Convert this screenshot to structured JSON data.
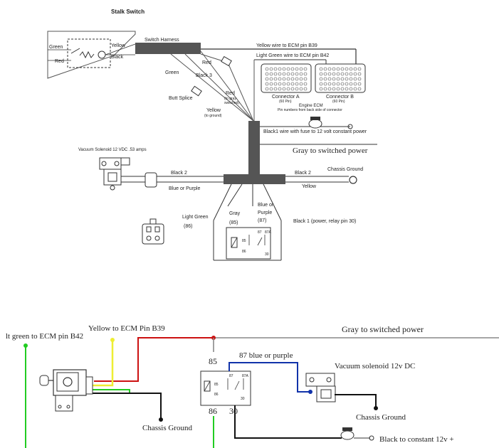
{
  "upper": {
    "title": "Stalk Switch",
    "switch_harness": "Switch Harness",
    "stalk_yellow": "Yellow",
    "stalk_green": "Green",
    "stalk_red": "Red",
    "stalk_black": "Black",
    "yellow_ecm": "Yellow wire to ECM pin B39",
    "lightgreen_ecm": "Light Green wire to ECM pin B42",
    "red": "Red",
    "green": "Green",
    "black3": "Black 3",
    "butt_splice": "Butt Splice",
    "red_gray": "Red",
    "red_gray_note1": "(to gray",
    "red_gray_note2": "switched)",
    "yellow_ground": "Yellow",
    "yellow_ground_note": "(to ground)",
    "connector_a": "Connector A",
    "connector_a_pins": "(60 Pin)",
    "connector_b": "Connector B",
    "connector_b_pins": "(60 Pin)",
    "engine_ecm": "Engine ECM",
    "pin_note": "Pin numbers from back side of connector",
    "black1_fuse": "Black1 wire with fuse to 12 volt constant power",
    "gray_power": "Gray to switched power",
    "vacuum_solenoid": "Vacuum Solenoid 12 VDC .53 amps",
    "black2_left": "Black 2",
    "blue_purple": "Blue or Purple",
    "black2_right": "Black 2",
    "chassis_ground": "Chassis Ground",
    "yellow": "Yellow",
    "light_green": "Light Green",
    "light_green_pin": "(86)",
    "gray": "Gray",
    "gray_pin": "(85)",
    "blue_or": "Blue or",
    "purple": "Purple",
    "purple_pin": "(87)",
    "black1_power": "Black 1 (power, relay pin 30)",
    "relay_85": "85",
    "relay_86": "86",
    "relay_87": "87",
    "relay_87a": "87A",
    "relay_30": "30"
  },
  "lower": {
    "lt_green": "lt green to ECM pin B42",
    "yellow_ecm": "Yellow to ECM Pin B39",
    "gray_power": "Gray to switched power",
    "blue_purple": "87 blue or purple",
    "vacuum_solenoid": "Vacuum solenoid  12v DC",
    "chassis_ground_right": "Chassis Ground",
    "chassis_ground_left": "Chassis Ground",
    "black_constant": "Black to constant 12v +",
    "relay_85": "85",
    "relay_86": "86",
    "relay_30": "30",
    "relay_mini_85": "85",
    "relay_mini_86": "86",
    "relay_mini_87": "87",
    "relay_mini_87a": "87A",
    "relay_mini_30": "30"
  },
  "colors": {
    "gray_wire": "#888888",
    "green_wire": "#22cc22",
    "yellow_wire": "#eeee33",
    "red_wire": "#cc1111",
    "blue_wire": "#1133aa",
    "black_wire": "#111111",
    "harness": "#555555"
  }
}
